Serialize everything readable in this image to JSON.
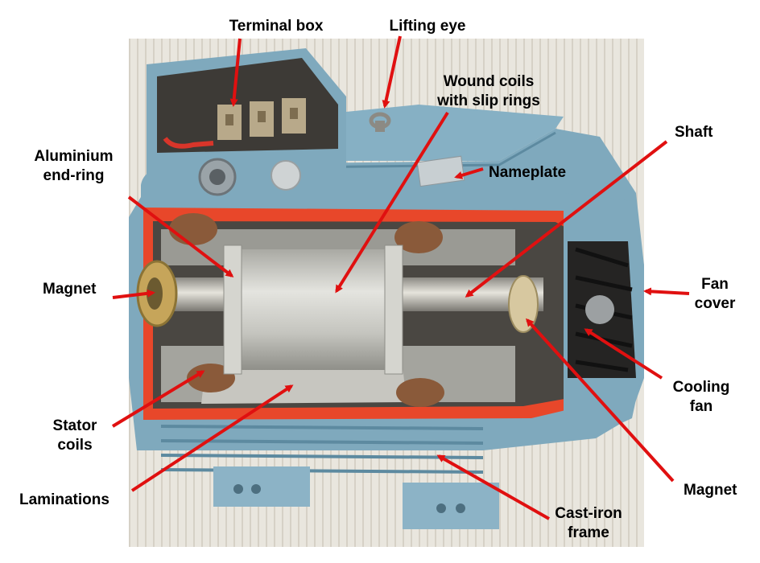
{
  "labels": {
    "terminal_box": "Terminal box",
    "lifting_eye": "Lifting eye",
    "wound_coils_1": "Wound coils",
    "wound_coils_2": "with slip rings",
    "shaft": "Shaft",
    "aluminium_1": "Aluminium",
    "aluminium_2": "end-ring",
    "nameplate": "Nameplate",
    "magnet_left": "Magnet",
    "fan_cover_1": "Fan",
    "fan_cover_2": "cover",
    "cooling_fan_1": "Cooling",
    "cooling_fan_2": "fan",
    "stator_1": "Stator",
    "stator_2": "coils",
    "laminations": "Laminations",
    "magnet_right": "Magnet",
    "cast_iron_1": "Cast-iron",
    "cast_iron_2": "frame"
  },
  "colors": {
    "frame_blue": "#7fa9bd",
    "frame_blue_dark": "#5d8aa0",
    "cut_red": "#e8472a",
    "arrow_red": "#e01010",
    "steel": "#c9c9c4",
    "copper": "#8a5a3a"
  }
}
